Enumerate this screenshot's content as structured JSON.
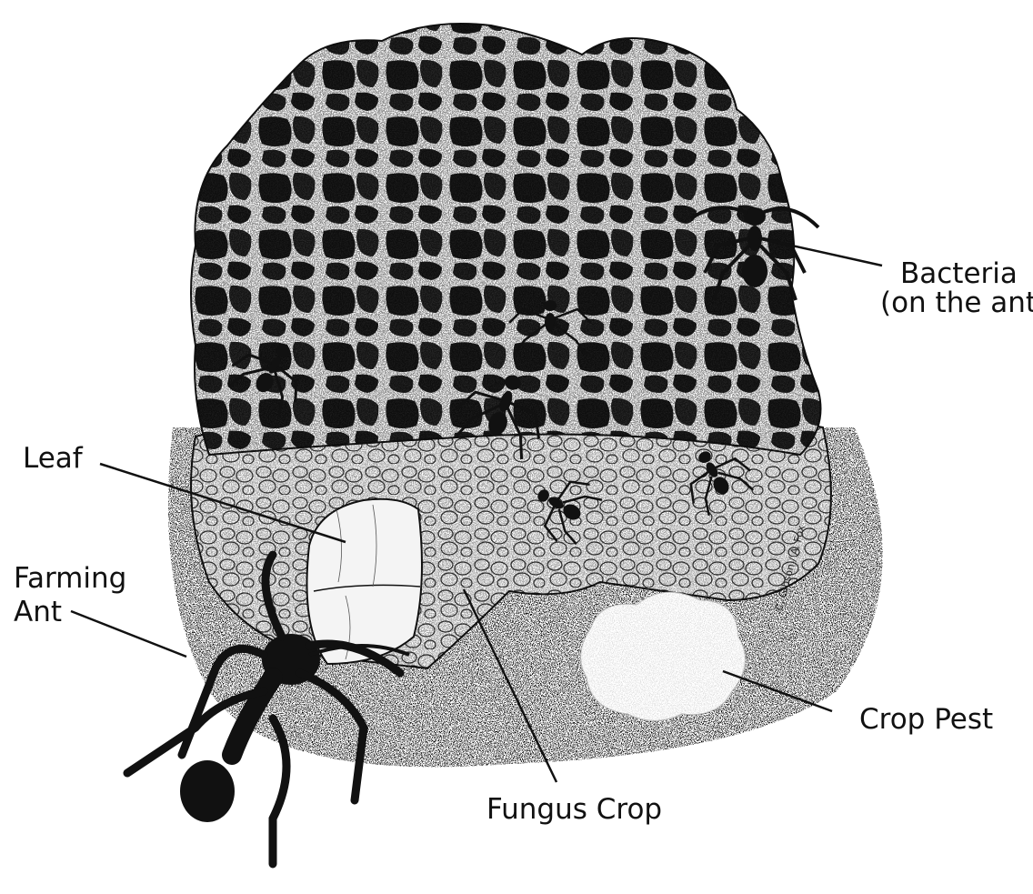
{
  "labels": {
    "bacteria": "Bacteria",
    "bacteria_sub": "(on the ant)",
    "leaf": "Leaf",
    "farming": "Farming",
    "ant": "Ant",
    "fungus": "Fungus Crop",
    "pest": "Crop Pest"
  },
  "signature": "C. Gibson / A. Fox",
  "colors": {
    "ink": "#111111",
    "paper": "#ffffff"
  }
}
